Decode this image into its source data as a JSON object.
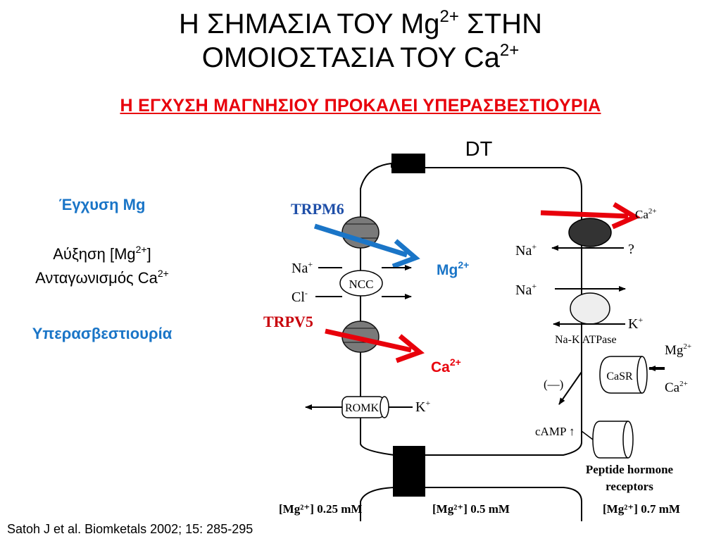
{
  "title": {
    "line1_pre": "Η ΣΗΜΑΣΙΑ ΤΟΥ Mg",
    "line1_sup": "2+",
    "line1_post": " ΣΤΗΝ",
    "line2_pre": "ΟΜΟΙΟΣΤΑΣΙΑ ΤΟΥ Ca",
    "line2_sup": "2+"
  },
  "subtitle": "Η ΕΓΧΥΣΗ ΜΑΓΝΗΣΙΟΥ ΠΡΟΚΑΛΕΙ ΥΠΕΡΑΣΒΕΣΤΙΟΥΡΙΑ",
  "left_panel": {
    "infusion": "Έγχυση Mg",
    "increase_pre": "Αύξηση [Mg",
    "increase_sup": "2+",
    "increase_post": "]",
    "antagonism_pre": "Ανταγωνισμός Ca",
    "antagonism_sup": "2+",
    "hypercalciuria": "Υπερασβεστιουρία"
  },
  "diagram": {
    "segment_label": "DT",
    "trpm6": "TRPM6",
    "trpv5": "TRPV5",
    "mg_label": "Mg",
    "ca_label": "Ca",
    "ion_sup": "2+",
    "na": "Na",
    "cl": "Cl",
    "k": "K",
    "plus": "+",
    "minus": "-",
    "ncc": "NCC",
    "romk": "ROMK",
    "question": "?",
    "atpase": "Na-K ATPase",
    "casr": "CaSR",
    "mg_small": "Mg",
    "ca_small": "Ca",
    "inhibit": "(—)",
    "camp": "cAMP ↑",
    "peptide_line1": "Peptide hormone",
    "peptide_line2": "receptors",
    "conc_left": "[Mg²⁺] 0.25 mM",
    "conc_mid": "[Mg²⁺] 0.5 mM",
    "conc_right": "[Mg²⁺] 0.7 mM",
    "basolateral_ca": "Ca"
  },
  "citation": "Satoh J et al. Biomketals 2002; 15: 285-295",
  "colors": {
    "title": "#000000",
    "subtitle": "#e8000b",
    "accent_blue": "#1a75c7",
    "accent_red": "#e8000b",
    "trpm6_label": "#1f4fa8",
    "trpv5_label": "#c8000a"
  }
}
